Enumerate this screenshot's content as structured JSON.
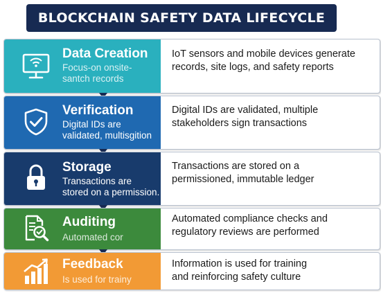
{
  "title": "BLOCKCHAIN SAFETY DATA LIFECYCLE",
  "stages": [
    {
      "name": "Data Creation",
      "sub": "Focus-on onsite-\nsantch records",
      "desc": "IoT sensors and mobile devices generate\nrecords, site logs, and safety reports",
      "icon": "monitor-icon",
      "color": "#2ab0be"
    },
    {
      "name": "Verification",
      "sub": "Digital IDs are\nvalidated, multisgition",
      "desc": "Digital IDs are validated, multiple\nstakeholders sign transactions",
      "icon": "shield-check-icon",
      "color": "#1f69b1"
    },
    {
      "name": "Storage",
      "sub": "Transactions are\nstored on a permission.",
      "desc": "Transactions are stored on a\npermissioned, immutable ledger",
      "icon": "lock-icon",
      "color": "#183b6c"
    },
    {
      "name": "Auditing",
      "sub": "Automated cor",
      "desc": "Automated compliance checks and\nregulatory reviews are performed",
      "icon": "document-search-icon",
      "color": "#3c8a3c"
    },
    {
      "name": "Feedback",
      "sub": "Is used for trainy",
      "desc": "Information is used for training\nand reinforcing safety culture",
      "icon": "chart-growth-icon",
      "color": "#f29a35"
    }
  ]
}
